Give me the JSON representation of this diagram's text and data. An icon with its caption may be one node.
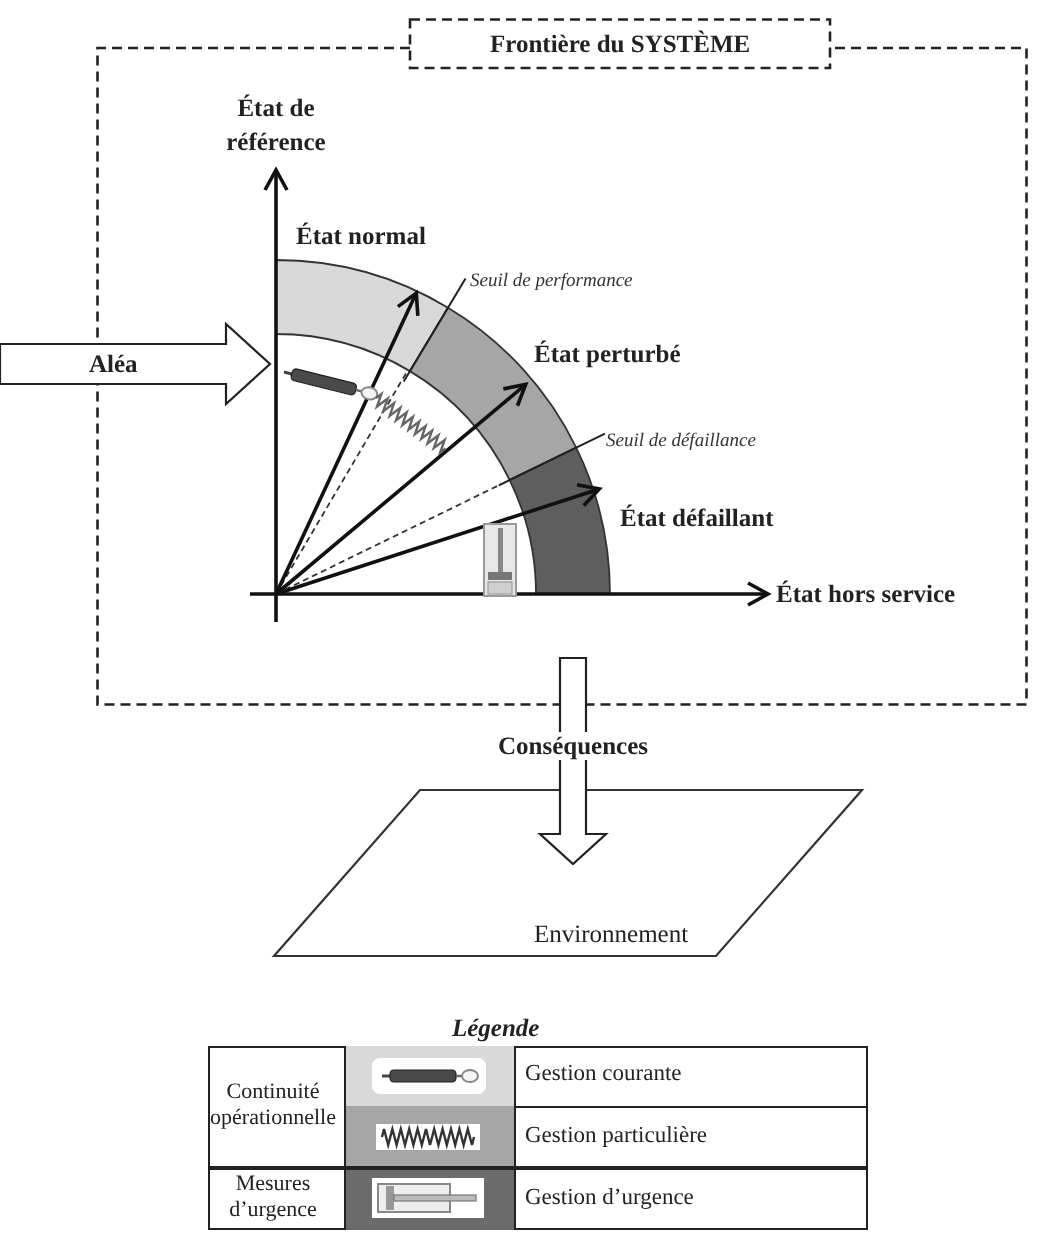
{
  "diagram": {
    "nodes": [
      {
        "text": [
          "Frontière du SYSTÈME"
        ]
      },
      {
        "text": [
          "État normal",
          "État perturbé",
          "État défaillant"
        ],
        "in": 0
      },
      {
        "text": [
          "Environnement"
        ]
      }
    ],
    "edges": [
      {
        "from": null,
        "to": 1,
        "arrow": "to",
        "label": "Aléa",
        "style": "thick"
      },
      {
        "from": 0,
        "to": 2,
        "arrow": "to",
        "label": "Conséquences",
        "style": "thick"
      }
    ],
    "labels": [
      "État de référence",
      "Seuil de performance",
      "Seuil de défaillance",
      "État hors service",
      "Légende",
      "Continuité opérationnelle",
      "Mesures d’urgence"
    ],
    "legend": [
      {
        "text": "Gestion courante",
        "color": "#d9d9d9"
      },
      {
        "text": "Gestion particulière",
        "color": "#a6a6a6"
      },
      {
        "text": "Gestion d’urgence",
        "color": "#6b6b6b"
      }
    ]
  }
}
